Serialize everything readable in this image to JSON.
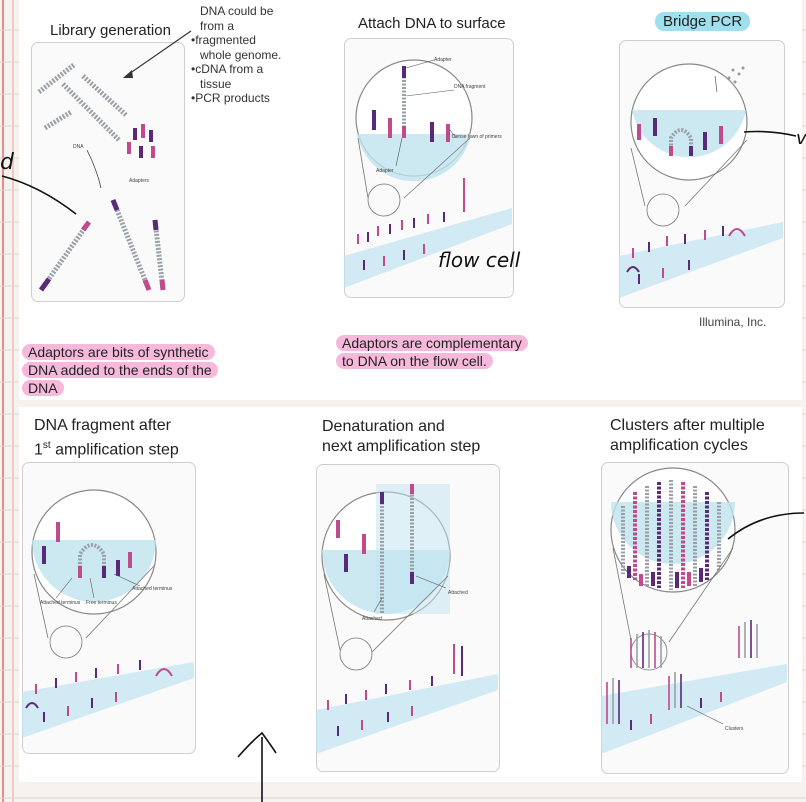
{
  "top_row": {
    "library": {
      "title": "Library generation",
      "note_lines": [
        "DNA could be",
        "from a",
        "•fragmented",
        "whole genome.",
        "•cDNA from a",
        "tissue",
        "•PCR products"
      ],
      "labels": {
        "dna": "DNA",
        "adapters": "Adapters"
      },
      "caption": "Adaptors are bits of synthetic DNA added to the ends of the DNA"
    },
    "attach": {
      "title": "Attach DNA to surface",
      "labels": {
        "adapter_top": "Adapter",
        "dna_fragment": "DNA fragment",
        "dense_lawn": "Dense lawn of primers",
        "adapter_bottom": "Adapter"
      },
      "handwritten": "flow cell",
      "caption": "Adaptors are complementary to DNA on the flow cell."
    },
    "bridge": {
      "title": "Bridge  PCR",
      "credit": "Illumina, Inc."
    }
  },
  "bottom_row": {
    "fragment": {
      "title_line1": "DNA fragment after",
      "title_line2_pre": "1",
      "title_line2_sup": "st",
      "title_line2_post": " amplification step",
      "labels": {
        "attached_terminus_left": "Attached terminus",
        "free_terminus": "Free terminus",
        "attached_terminus_right": "Attached terminus"
      }
    },
    "denaturation": {
      "title_line1": "Denaturation and",
      "title_line2": "next amplification step",
      "labels": {
        "attached_left": "Attached",
        "attached_right": "Attached"
      }
    },
    "clusters": {
      "title_line1": "Clusters after multiple",
      "title_line2": "amplification cycles",
      "labels": {
        "clusters": "Clusters"
      }
    }
  },
  "colors": {
    "highlight_pink": "#f6b9dc",
    "bridge_highlight": "#9fe0ee",
    "purple": "#5a2a7a",
    "pink": "#c04a8c",
    "surface_blue": "#bfe3ef"
  }
}
